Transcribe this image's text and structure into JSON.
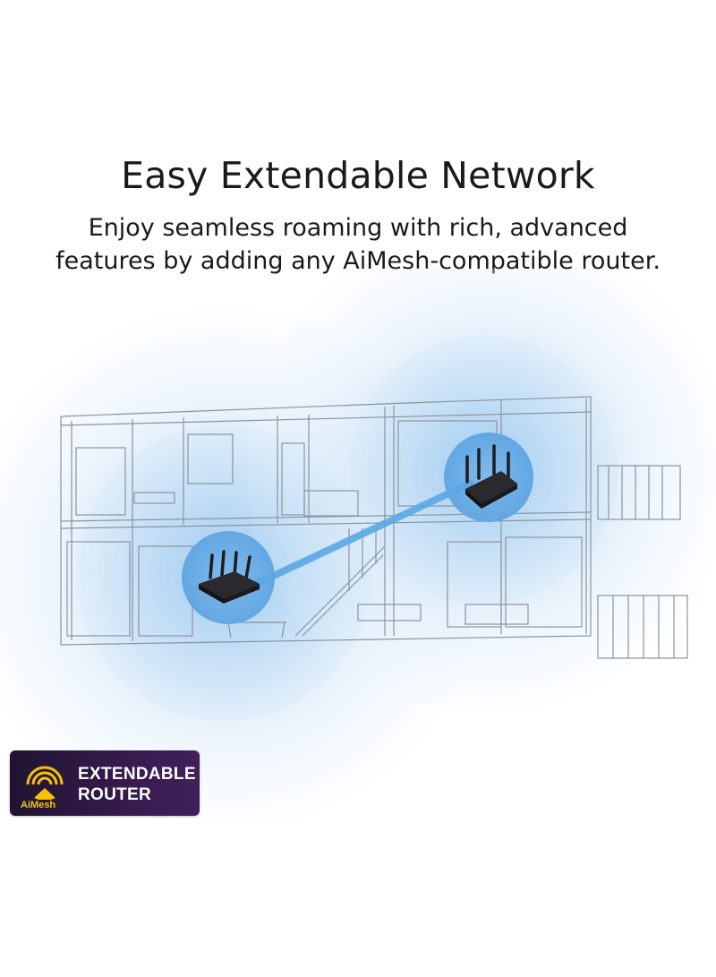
{
  "header": {
    "title": "Easy Extendable Network",
    "subtitle_line1": "Enjoy seamless roaming with rich, advanced",
    "subtitle_line2": "features by adding any AiMesh-compatible router."
  },
  "illustration": {
    "routers": [
      {
        "location": "ground-floor",
        "icon": "router-primary-icon"
      },
      {
        "location": "upper-floor",
        "icon": "router-node-icon"
      }
    ],
    "connection": "mesh-link",
    "colors": {
      "signal": "#d7e9f9",
      "link": "#5aa8e6",
      "router": "#2a2a2e",
      "lines": "#8c96a0"
    }
  },
  "badge": {
    "brand": "AiMesh",
    "line1": "EXTENDABLE",
    "line2": "ROUTER",
    "colors": {
      "background": "#2b1a3f",
      "accent": "#f5c400",
      "text": "#ffffff"
    }
  }
}
